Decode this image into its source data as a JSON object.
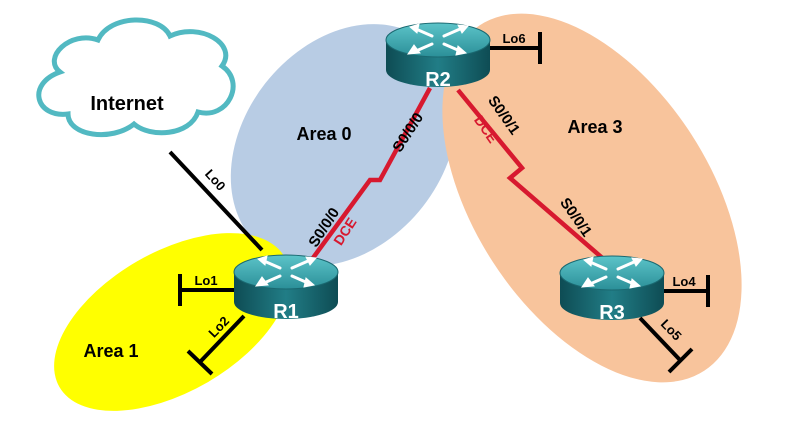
{
  "cloud": {
    "label": "Internet"
  },
  "areas": [
    {
      "id": "area0",
      "label": "Area 0",
      "fill": "#b8cce4"
    },
    {
      "id": "area1",
      "label": "Area 1",
      "fill": "#ffff00"
    },
    {
      "id": "area3",
      "label": "Area 3",
      "fill": "#f8c49c"
    }
  ],
  "routers": [
    {
      "id": "R1",
      "label": "R1"
    },
    {
      "id": "R2",
      "label": "R2"
    },
    {
      "id": "R3",
      "label": "R3"
    }
  ],
  "interfaces": {
    "lo0": "Lo0",
    "lo1": "Lo1",
    "lo2": "Lo2",
    "lo4": "Lo4",
    "lo5": "Lo5",
    "lo6": "Lo6",
    "r1_s000": "S0/0/0",
    "r2_s000": "S0/0/0",
    "r2_s001": "S0/0/1",
    "r3_s001": "S0/0/1"
  },
  "dce_labels": {
    "r1_dce": "DCE",
    "r2_dce": "DCE"
  },
  "colors": {
    "serial_link": "#d7192f",
    "router_body": "#1c6e77",
    "router_top": "#39a7ad",
    "cloud_stroke": "#52b9c2",
    "ethernet_link": "#000000"
  }
}
